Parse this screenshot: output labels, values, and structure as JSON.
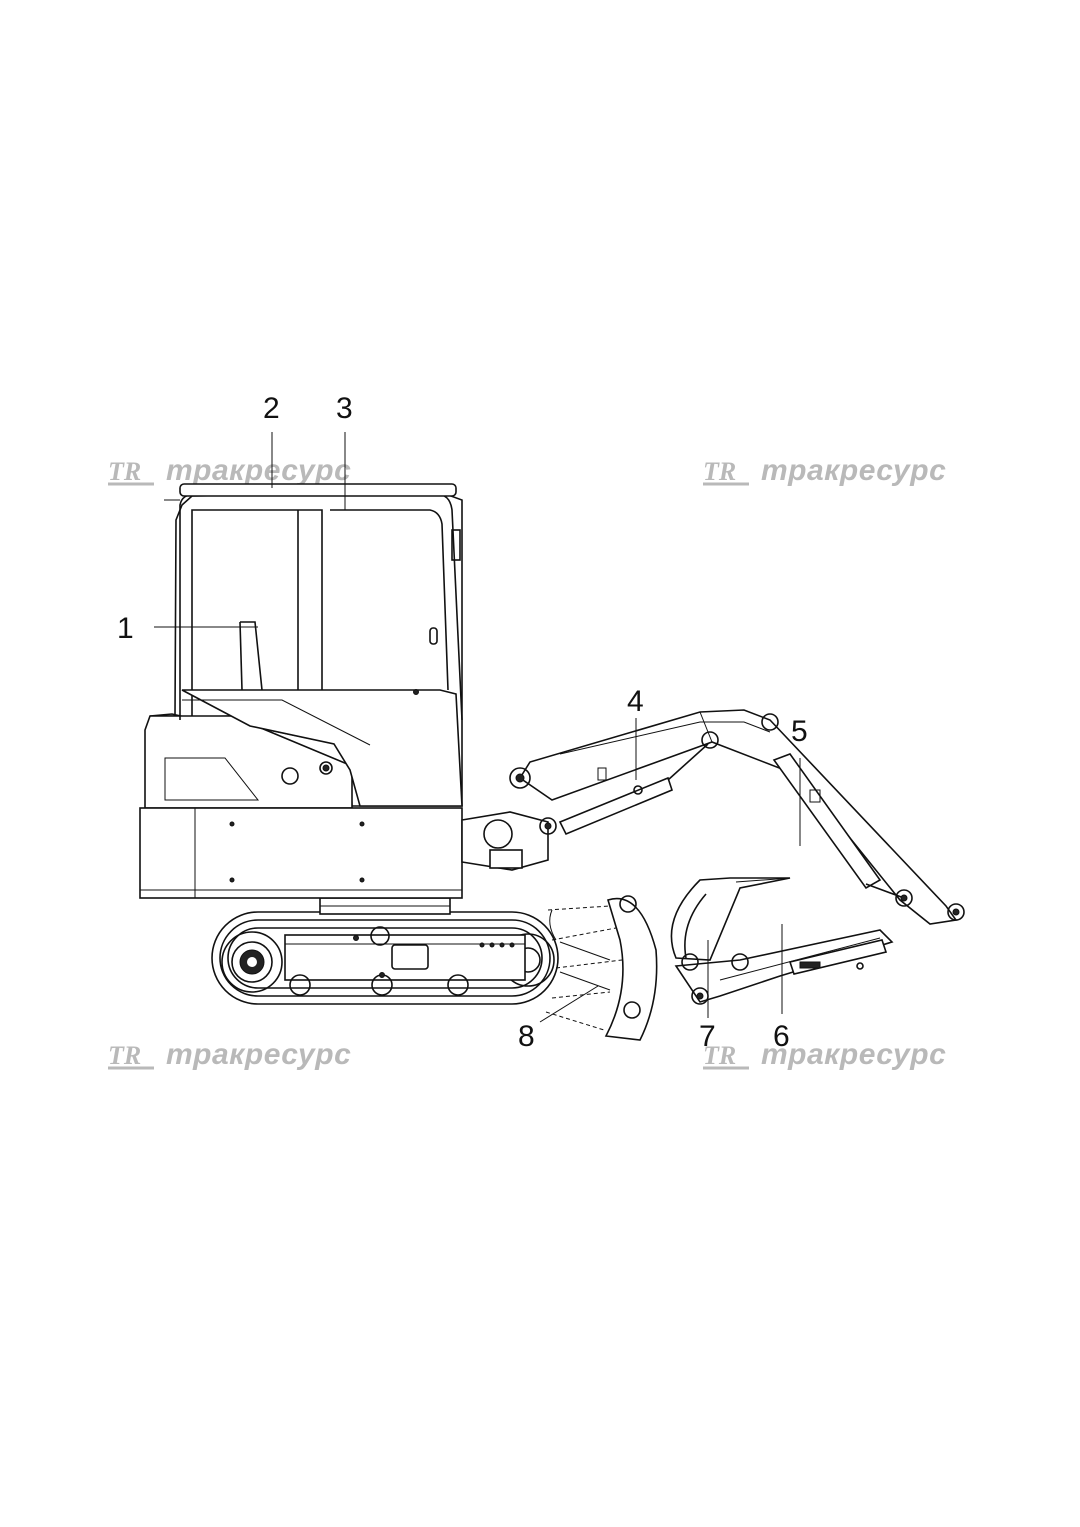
{
  "diagram": {
    "callouts": [
      "1",
      "2",
      "3",
      "4",
      "5",
      "6",
      "7",
      "8"
    ]
  },
  "watermark": {
    "logo": "TR",
    "text": "тракресурс"
  },
  "colors": {
    "lines": "#111111",
    "watermark": "#b9b9b9",
    "background": "#ffffff"
  }
}
